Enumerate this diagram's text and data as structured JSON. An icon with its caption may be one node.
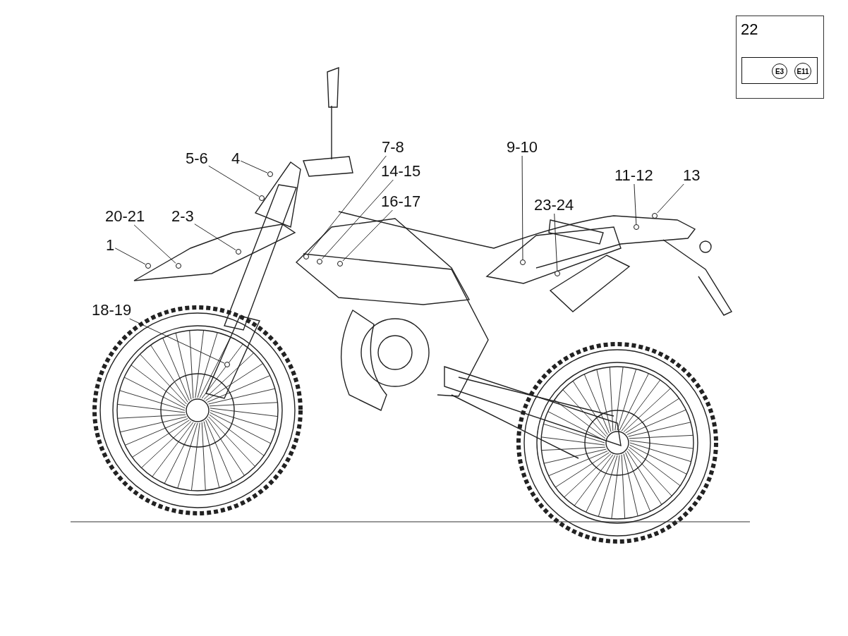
{
  "diagram": {
    "nodes": [
      {
        "text": [
          "22"
        ]
      },
      {
        "text": [],
        "shape": "box",
        "in": 0
      },
      {
        "text": [
          "E3"
        ],
        "in": 1
      },
      {
        "text": [
          "E11"
        ],
        "in": 1
      },
      {
        "text": [
          "7-8"
        ]
      },
      {
        "text": [
          "9-10"
        ]
      },
      {
        "text": [
          "5-6"
        ]
      },
      {
        "text": [
          "4"
        ]
      },
      {
        "text": [
          "14-15"
        ]
      },
      {
        "text": [
          "11-12"
        ]
      },
      {
        "text": [
          "13"
        ]
      },
      {
        "text": [
          "16-17"
        ]
      },
      {
        "text": [
          "20-21"
        ]
      },
      {
        "text": [
          "2-3"
        ]
      },
      {
        "text": [
          "23-24"
        ]
      },
      {
        "text": [
          "1"
        ]
      },
      {
        "text": [
          "18-19"
        ]
      },
      {
        "text": [],
        "shape": "circle"
      },
      {
        "text": [],
        "shape": "circle"
      },
      {
        "text": [],
        "shape": "circle"
      },
      {
        "text": [],
        "shape": "circle"
      },
      {
        "text": [],
        "shape": "circle"
      },
      {
        "text": [],
        "shape": "circle"
      },
      {
        "text": [],
        "shape": "circle"
      },
      {
        "text": [],
        "shape": "circle"
      },
      {
        "text": [],
        "shape": "circle"
      },
      {
        "text": [],
        "shape": "circle"
      },
      {
        "text": [],
        "shape": "circle"
      },
      {
        "text": [],
        "shape": "circle"
      },
      {
        "text": [],
        "shape": "circle"
      }
    ],
    "edges": [
      {
        "from": 15,
        "to": 17,
        "arrow": "none"
      },
      {
        "from": 12,
        "to": 18,
        "arrow": "none"
      },
      {
        "from": 16,
        "to": 19,
        "arrow": "none"
      },
      {
        "from": 13,
        "to": 20,
        "arrow": "none"
      },
      {
        "from": 6,
        "to": 21,
        "arrow": "none"
      },
      {
        "from": 7,
        "to": 22,
        "arrow": "none"
      },
      {
        "from": 4,
        "to": 23,
        "arrow": "none"
      },
      {
        "from": 8,
        "to": 24,
        "arrow": "none"
      },
      {
        "from": 11,
        "to": 25,
        "arrow": "none"
      },
      {
        "from": 5,
        "to": 26,
        "arrow": "none"
      },
      {
        "from": 14,
        "to": 27,
        "arrow": "none"
      },
      {
        "from": 9,
        "to": 28,
        "arrow": "none"
      },
      {
        "from": 10,
        "to": 29,
        "arrow": "none"
      }
    ]
  }
}
